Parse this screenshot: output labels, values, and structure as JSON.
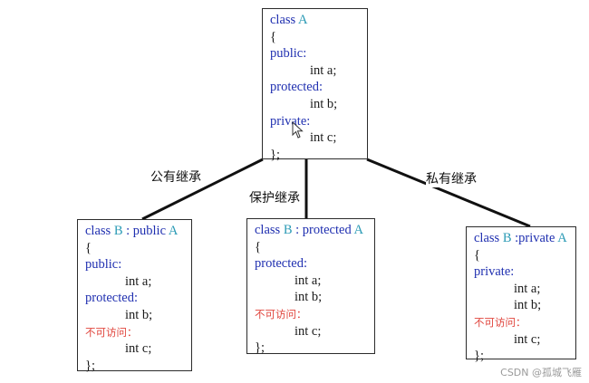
{
  "top": {
    "class_kw": "class",
    "class_name": "A",
    "open": "{",
    "public": "public:",
    "field_a": "int a;",
    "protected": "protected:",
    "field_b": "int b;",
    "private": "private:",
    "field_c": "int c;",
    "close": "};"
  },
  "left": {
    "class_kw": "class",
    "class_name": "B",
    "inherit_kw": ": public",
    "base": "A",
    "open": "{",
    "public": "public:",
    "field_a": "int a;",
    "protected": "protected:",
    "field_b": "int b;",
    "no_access": "不可访问：",
    "field_c": "int c;",
    "close": "};"
  },
  "middle": {
    "class_kw": "class",
    "class_name": "B",
    "inherit_kw": ": protected",
    "base": "A",
    "open": "{",
    "protected": "protected:",
    "field_a": "int a;",
    "field_b": "int b;",
    "no_access": "不可访问：",
    "field_c": "int c;",
    "close": "};"
  },
  "right": {
    "class_kw": "class",
    "class_name": "B",
    "inherit_kw": ":private",
    "base": "A",
    "open": "{",
    "private": "private:",
    "field_a": "int a;",
    "field_b": "int b;",
    "no_access": "不可访问：",
    "field_c": "int c;",
    "close": "};"
  },
  "edges": {
    "public_label": "公有继承",
    "protected_label": "保护继承",
    "private_label": "私有继承"
  },
  "watermark": "CSDN @孤城飞雁",
  "colors": {
    "keyword": "#1f2fb0",
    "class_name": "#2a9ab5",
    "no_access": "#e0443c",
    "line": "#111111"
  }
}
